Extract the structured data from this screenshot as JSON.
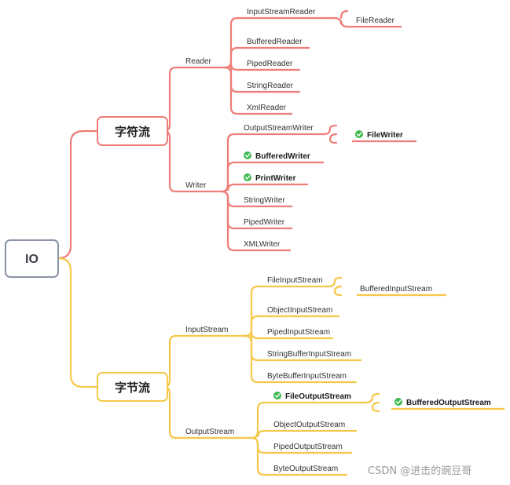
{
  "colors": {
    "red": "#ee7d78",
    "yellow": "#f5c84a",
    "check": "#3fb950",
    "root_border": "#8a94a6"
  },
  "root": {
    "label": "IO"
  },
  "char_stream": {
    "label": "字符流",
    "reader": {
      "label": "Reader",
      "items": [
        {
          "label": "InputStreamReader",
          "checked": false,
          "bold": false
        },
        {
          "label": "BufferedReader",
          "checked": false,
          "bold": false
        },
        {
          "label": "PipedReader",
          "checked": false,
          "bold": false
        },
        {
          "label": "StringReader",
          "checked": false,
          "bold": false
        },
        {
          "label": "XmlReader",
          "checked": false,
          "bold": false
        }
      ],
      "child": {
        "label": "FileReader",
        "checked": false,
        "bold": false
      }
    },
    "writer": {
      "label": "Writer",
      "items": [
        {
          "label": "OutputStreamWriter",
          "checked": false,
          "bold": false
        },
        {
          "label": "BufferedWriter",
          "checked": true,
          "bold": true
        },
        {
          "label": "PrintWriter",
          "checked": true,
          "bold": true
        },
        {
          "label": "StringWriter",
          "checked": false,
          "bold": false
        },
        {
          "label": "PipedWriter",
          "checked": false,
          "bold": false
        },
        {
          "label": "XMLWriter",
          "checked": false,
          "bold": false
        }
      ],
      "child": {
        "label": "FileWriter",
        "checked": true,
        "bold": true
      }
    }
  },
  "byte_stream": {
    "label": "字节流",
    "input": {
      "label": "InputStream",
      "items": [
        {
          "label": "FileInputStream",
          "checked": false,
          "bold": false
        },
        {
          "label": "ObjectInputStream",
          "checked": false,
          "bold": false
        },
        {
          "label": "PipedInputStream",
          "checked": false,
          "bold": false
        },
        {
          "label": "StringBufferInputStream",
          "checked": false,
          "bold": false
        },
        {
          "label": "ByteBufferInputStream",
          "checked": false,
          "bold": false
        }
      ],
      "child": {
        "label": "BufferedInputStream",
        "checked": false,
        "bold": false
      }
    },
    "output": {
      "label": "OutputStream",
      "items": [
        {
          "label": "FileOutputStream",
          "checked": true,
          "bold": true
        },
        {
          "label": "ObjectOutputStream",
          "checked": false,
          "bold": false
        },
        {
          "label": "PipedOutputStream",
          "checked": false,
          "bold": false
        },
        {
          "label": "ByteOutputStream",
          "checked": false,
          "bold": false
        }
      ],
      "child": {
        "label": "BufferedOutputStream",
        "checked": true,
        "bold": true
      }
    }
  },
  "watermark": "CSDN @进击的豌豆哥"
}
